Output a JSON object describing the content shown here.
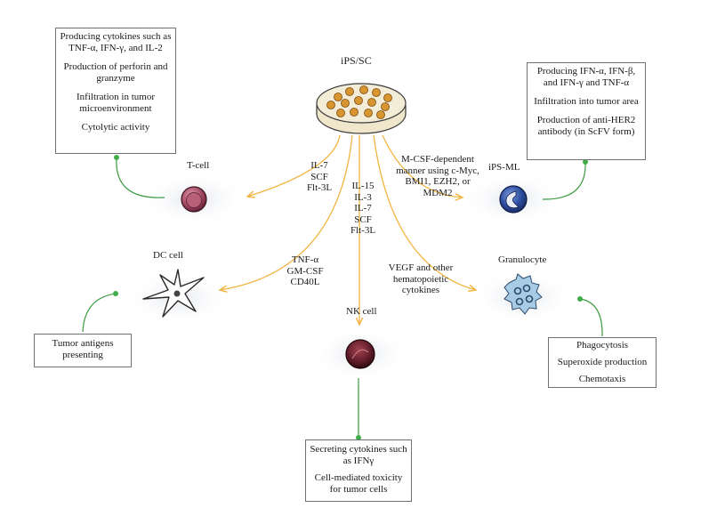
{
  "center": {
    "label": "iPS/SC"
  },
  "tcell": {
    "label": "T-cell",
    "factors": [
      "IL-7",
      "SCF",
      "Flt-3L"
    ],
    "functions": [
      "Producing cytokines such as TNF-α, IFN-γ, and IL-2",
      "Production of perforin and granzyme",
      "Infiltration in tumor microenvironment",
      "Cytolytic activity"
    ]
  },
  "nkcell": {
    "label": "NK cell",
    "factors": [
      "IL-15",
      "IL-3",
      "IL-7",
      "SCF",
      "Flt-3L"
    ],
    "functions": [
      "Secreting cytokines such as IFNγ",
      "Cell-mediated toxicity for tumor cells"
    ]
  },
  "ipsml": {
    "label": "iPS-ML",
    "factors": [
      "M-CSF-dependent",
      "manner using c-Myc,",
      "BMI1, EZH2, or",
      "MDM2"
    ],
    "functions": [
      "Producing IFN-α, IFN-β, and IFN-γ and TNF-α",
      "Infiltration into tumor area",
      "Production of anti-HER2 antibody (in ScFV form)"
    ]
  },
  "dccell": {
    "label": "DC cell",
    "factors": [
      "TNF-α",
      "GM-CSF",
      "CD40L"
    ],
    "functions": [
      "Tumor antigens presenting"
    ]
  },
  "granulocyte": {
    "label": "Granulocyte",
    "factors": [
      "VEGF and other",
      "hematopoietic",
      "cytokines"
    ],
    "functions": [
      "Phagocytosis",
      "Superoxide production",
      "Chemotaxis"
    ]
  },
  "colors": {
    "arrow": "#f2b544",
    "connector": "#3a9a3e",
    "dot": "#3fae49",
    "box_border": "#6e7075",
    "tcell": "#a8506a",
    "ipsml": "#2f4fa3",
    "nkcell": "#5a1a26",
    "granulocyte": "#7fb2d8"
  }
}
